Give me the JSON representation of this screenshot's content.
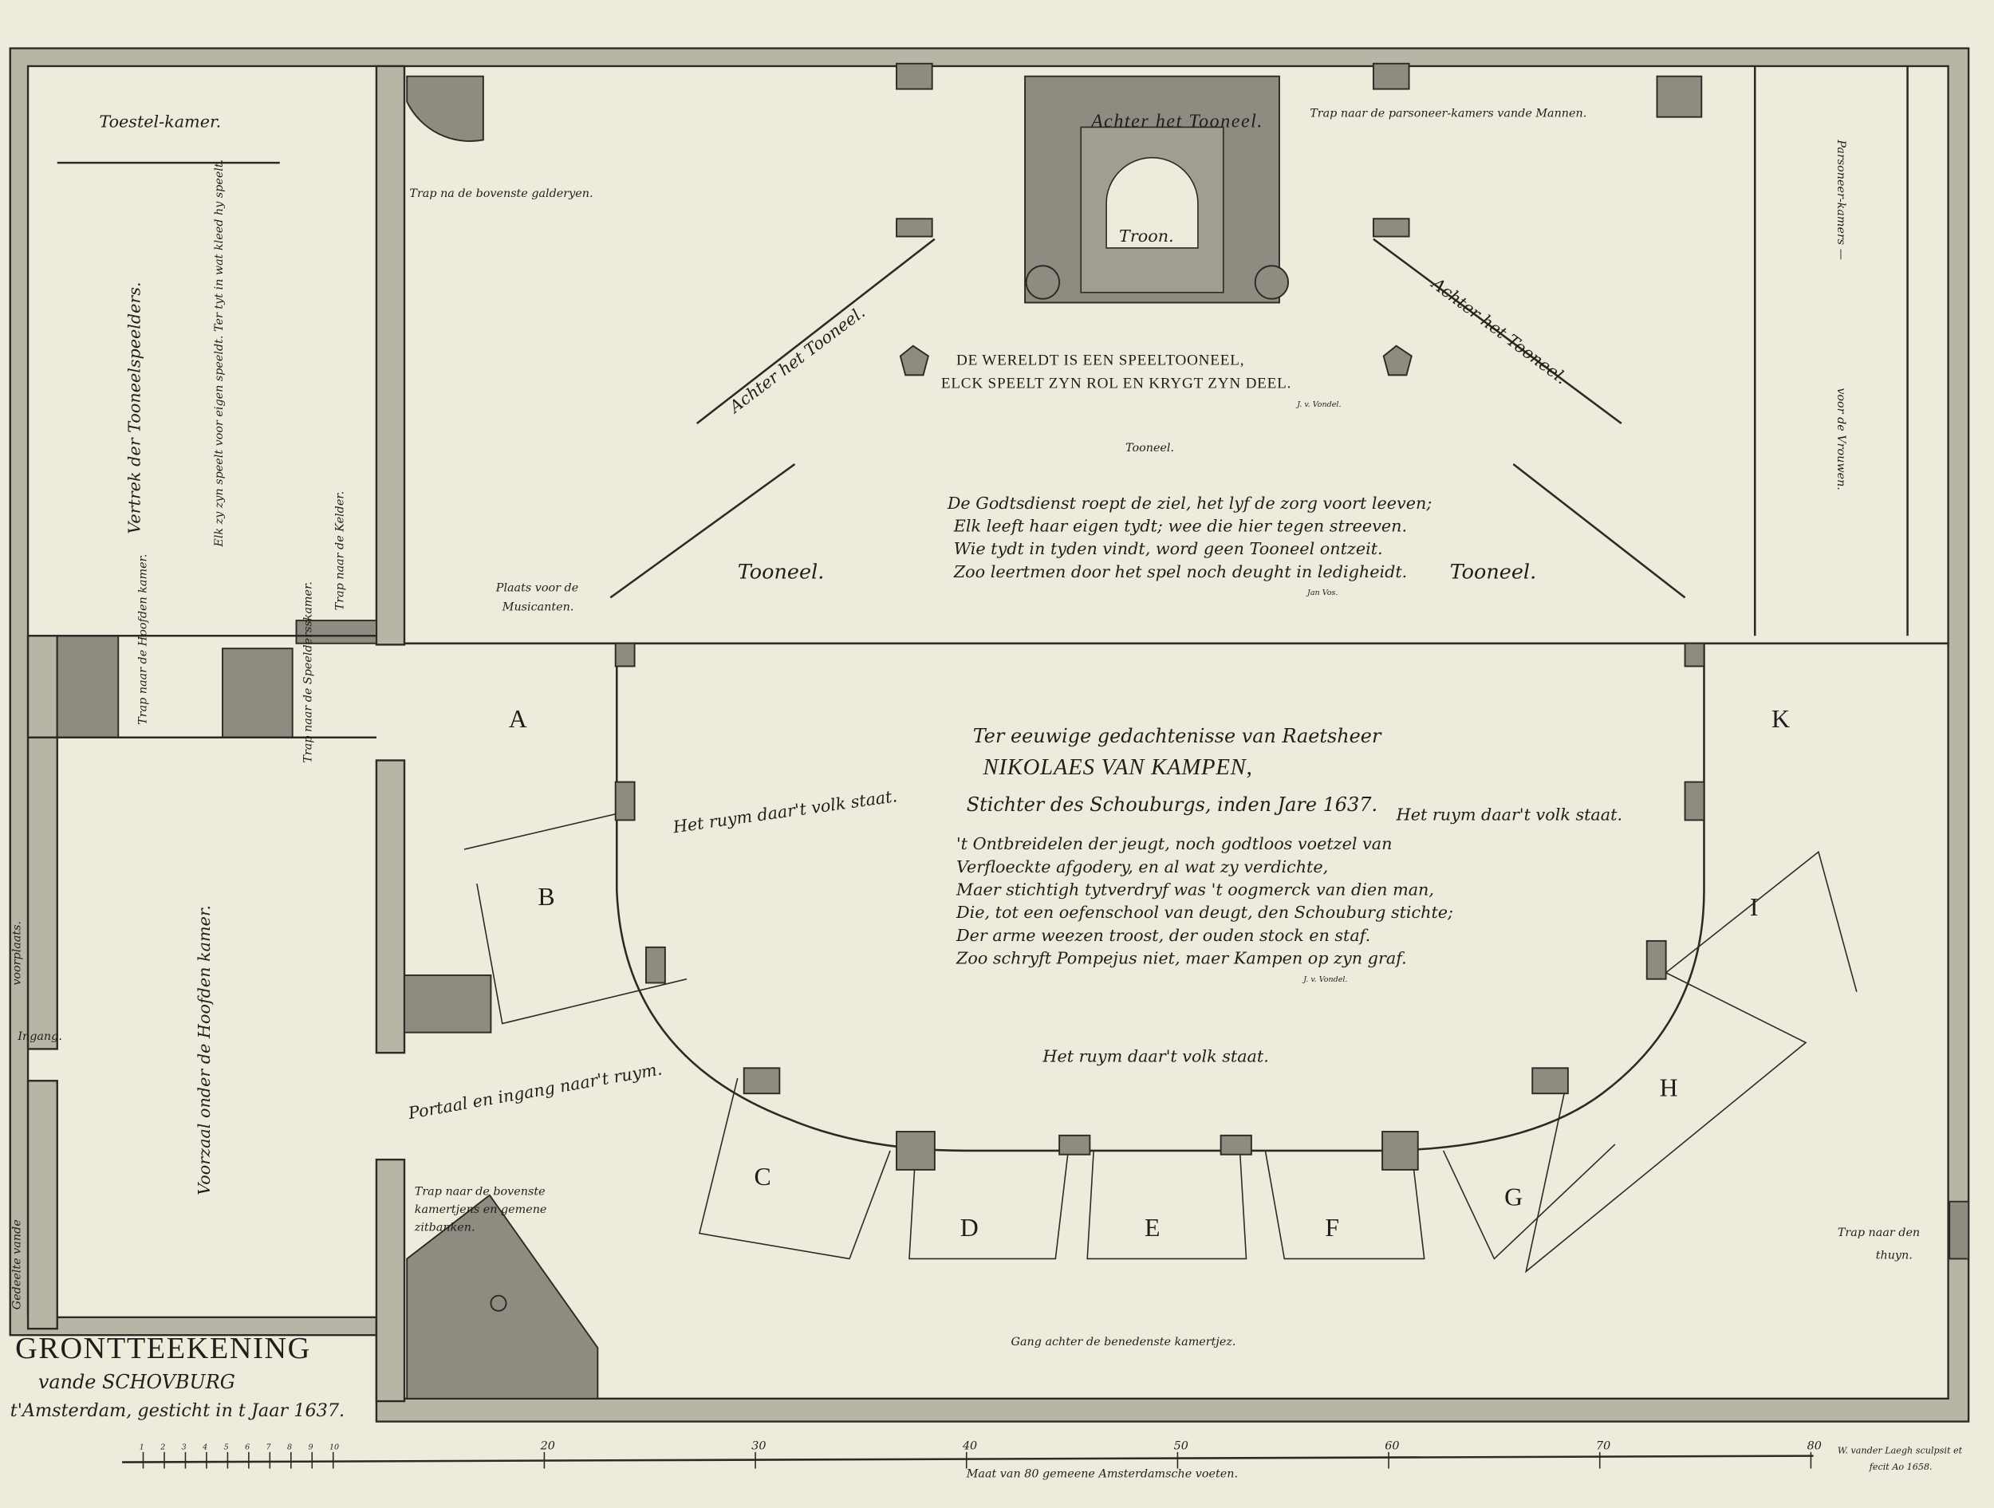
{
  "title": {
    "line1": "GRONTTEEKENING",
    "line2": "vande SCHOVBURG",
    "line3": "t'Amsterdam, gesticht in t Jaar 1637."
  },
  "rooms": {
    "toestel_kamer": "Toestel-kamer.",
    "vertrek": "Vertrek der Tooneelspeelders.",
    "vertrek_motto": "Elk zy zyn speelt voor eigen speeldt. Ter tyt in wat kleed hy speelt.",
    "voorzaal": "Voorzaal onder de Hoofden kamer.",
    "voorplaats": "voorplaats.",
    "ingang": "Ingang.",
    "gedeelte": "Gedeelte vande",
    "trap_hoofden": "Trap naar de Hoofden kamer.",
    "trap_speelders": "Trap naar de Speeldersskamer.",
    "trap_kelder": "Trap naar de Kelder.",
    "trap_galderyen": "Trap na de bovenste galderyen.",
    "trap_mannen": "Trap naar de parsoneer-kamers vande Mannen.",
    "parsoneer_kamers": "Parsoneer-kamers —",
    "voor_vrouwen": "voor de Vrouwen.",
    "achter_tooneel_center": "Achter het Tooneel.",
    "troon": "Troon.",
    "achter_tooneel_left": "Achter het Tooneel.",
    "achter_tooneel_right": "Achter het Tooneel.",
    "tooneel_center": "Tooneel.",
    "tooneel_left": "Tooneel.",
    "tooneel_right": "Tooneel.",
    "musicanten": [
      "Plaats voor de",
      "Musicanten."
    ],
    "ruym_left": "Het ruym daar't volk staat.",
    "ruym_right": "Het ruym daar't volk staat.",
    "ruym_bottom": "Het ruym daar't volk staat.",
    "portaal": "Portaal en ingang naar't ruym.",
    "trap_bovenste": [
      "Trap naar de bovenste",
      "kamertjens en gemene",
      "zitbanken."
    ],
    "trap_thuyn": [
      "Trap naar den",
      "thuyn."
    ],
    "gang": "Gang achter de benedenste kamertjez."
  },
  "boxes": [
    "A",
    "B",
    "C",
    "D",
    "E",
    "F",
    "G",
    "H",
    "I",
    "K"
  ],
  "motto": {
    "line1": "DE WERELDT IS EEN SPEELTOONEEL,",
    "line2": "ELCK SPEELT ZYN ROL EN KRYGT ZYN DEEL.",
    "author": "J. v. Vondel."
  },
  "poem_vos": {
    "lines": [
      "De Godtsdienst roept de ziel, het lyf de zorg voort leeven;",
      "Elk leeft haar eigen tydt; wee die hier tegen streeven.",
      "Wie tydt in tyden vindt, word geen Tooneel ontzeit.",
      "Zoo leertmen door het spel noch deught in ledigheidt."
    ],
    "author": "Jan Vos."
  },
  "dedication": {
    "line1": "Ter eeuwige gedachtenisse van Raetsheer",
    "name": "NIKOLAES VAN KAMPEN,",
    "line3": "Stichter des Schouburgs, inden Jare 1637."
  },
  "poem_vondel": {
    "lines": [
      "'t Ontbreidelen der jeugt, noch godtloos voetzel van",
      "Verfloeckte afgodery, en al wat zy verdichte,",
      "Maer stichtigh tytverdryf was 't oogmerck van dien man,",
      "Die, tot een oefenschool van deugt, den Schouburg stichte;",
      "Der arme weezen troost, der ouden stock en staf.",
      "Zoo schryft Pompejus niet, maer Kampen op zyn graf."
    ],
    "author": "J. v. Vondel."
  },
  "scale": {
    "ticks": [
      "1",
      "2",
      "3",
      "4",
      "5",
      "6",
      "7",
      "8",
      "9",
      "10",
      "20",
      "30",
      "40",
      "50",
      "60",
      "70",
      "80"
    ],
    "label": "Maat van 80 gemeene Amsterdamsche voeten."
  },
  "signature": [
    "W. vander Laegh sculpsit et",
    "fecit Ao 1658."
  ]
}
